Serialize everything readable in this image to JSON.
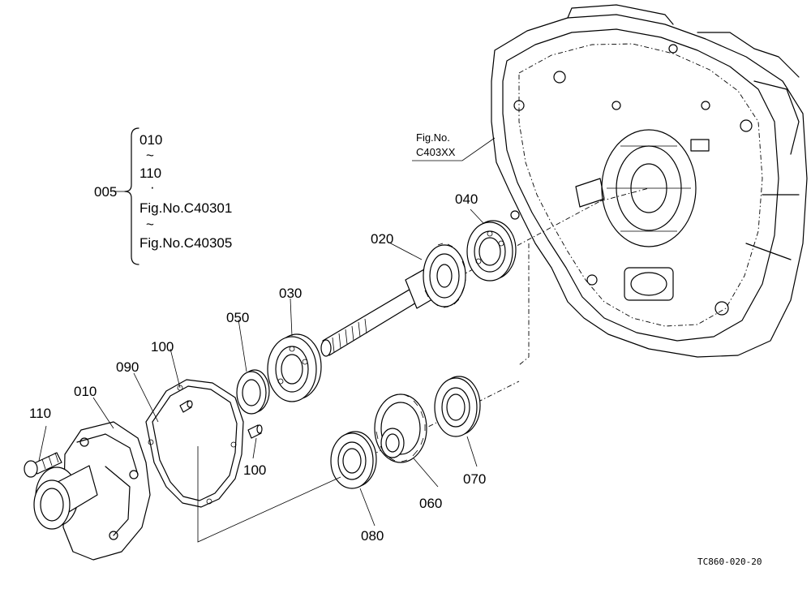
{
  "callouts": {
    "c005": "005",
    "range_start": "010",
    "tilde1": "~",
    "range_end": "110",
    "dot": "·",
    "fig_start": "Fig.No.C40301",
    "tilde2": "~",
    "fig_end": "Fig.No.C40305",
    "fig_ref_line1": "Fig.No.",
    "fig_ref_line2": "C403XX",
    "p010": "010",
    "p020": "020",
    "p030": "030",
    "p040": "040",
    "p050": "050",
    "p060": "060",
    "p070": "070",
    "p080": "080",
    "p090": "090",
    "p100a": "100",
    "p100b": "100",
    "p110": "110"
  },
  "drawing_code": "TC860-020-20"
}
